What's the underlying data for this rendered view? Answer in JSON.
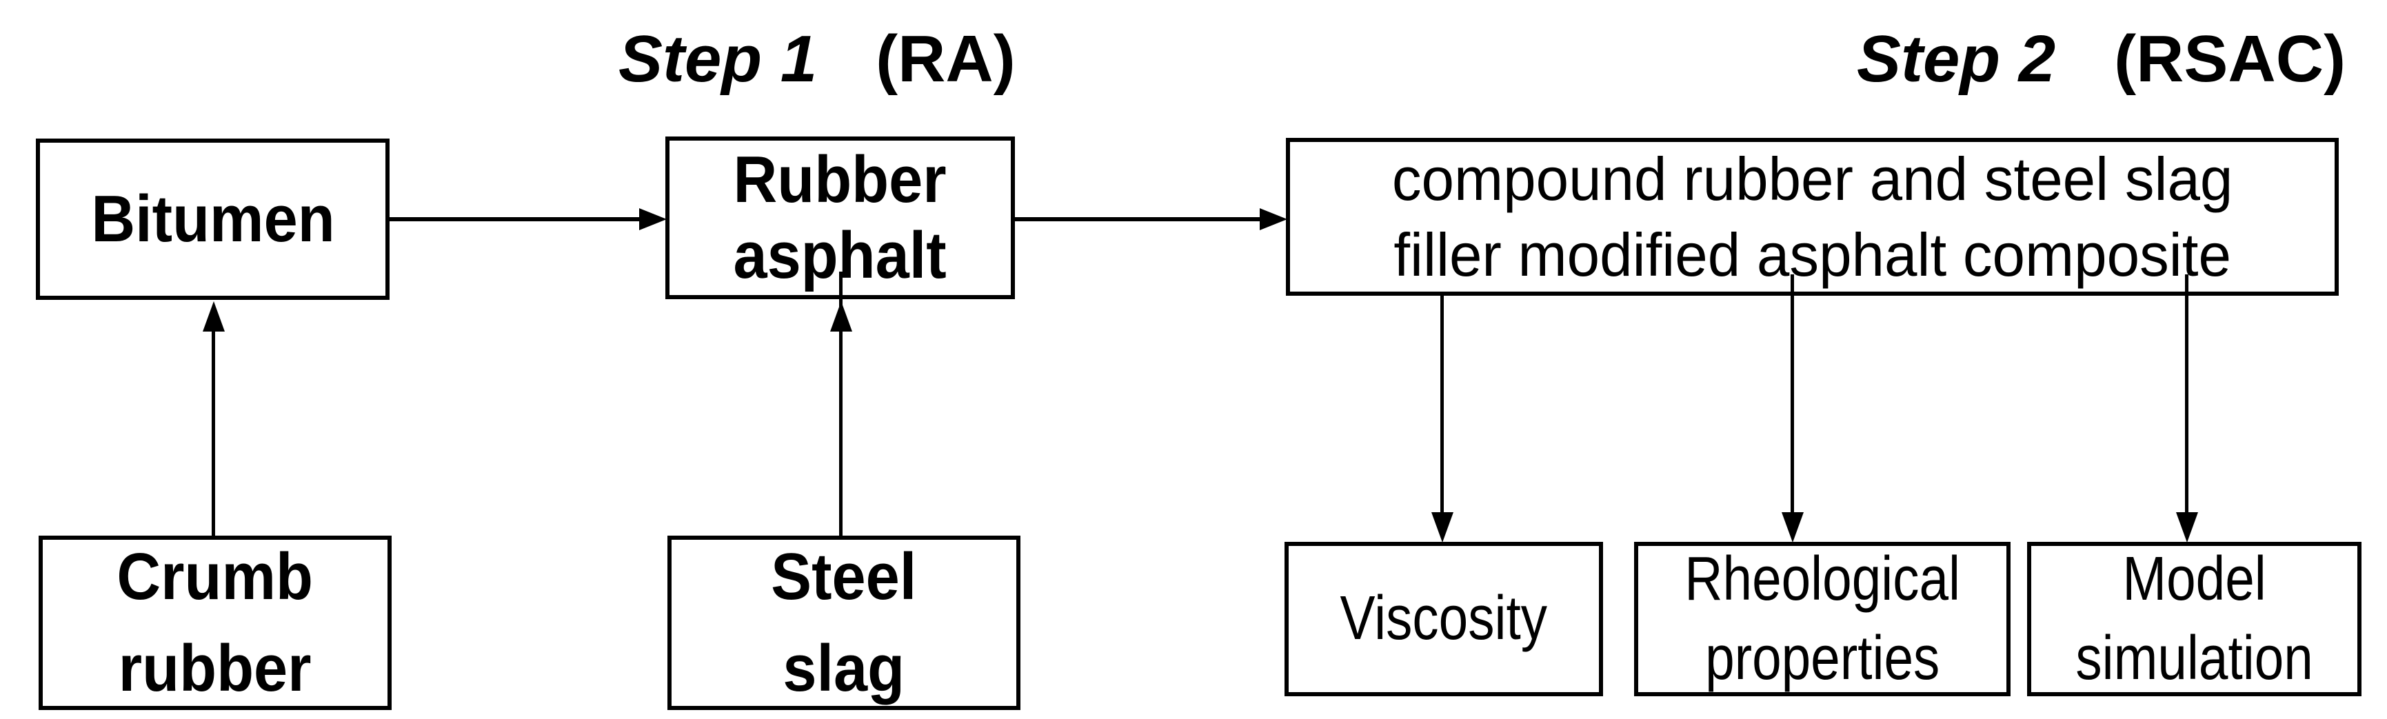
{
  "page": {
    "colors": {
      "ink": "#000000",
      "background": "#ffffff"
    }
  },
  "titles": {
    "step1": {
      "step": "Step 1",
      "abbr": "(RA)"
    },
    "step2": {
      "step": "Step 2",
      "abbr": "(RSAC)"
    }
  },
  "boxes": {
    "bitumen": {
      "label": "Bitumen"
    },
    "rubber_asphalt": {
      "line1": "Rubber",
      "line2": "asphalt"
    },
    "compound": {
      "line1": "compound rubber and steel slag",
      "line2": "filler modified asphalt composite"
    },
    "crumb_rubber": {
      "line1": "Crumb",
      "line2": "rubber"
    },
    "steel_slag": {
      "line1": "Steel",
      "line2": "slag"
    },
    "viscosity": {
      "label": "Viscosity"
    },
    "rheological_properties": {
      "line1": "Rheological",
      "line2": "properties"
    },
    "model_simulation": {
      "line1": "Model",
      "line2": "simulation"
    }
  }
}
